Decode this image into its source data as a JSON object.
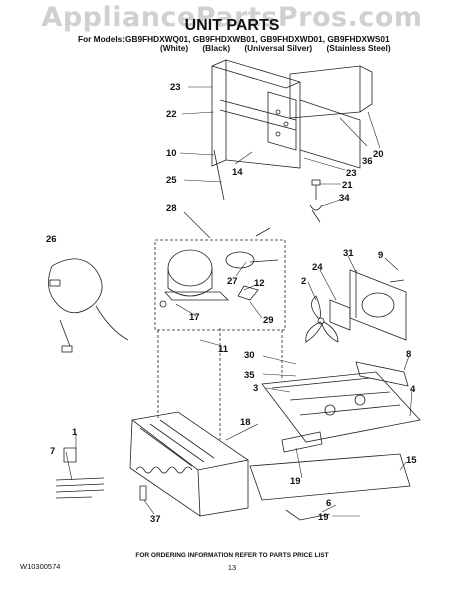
{
  "watermark": "AppliancePartsPros.com",
  "title": "UNIT PARTS",
  "models_line": "For Models:GB9FHDXWQ01, GB9FHDXWB01, GB9FHDXWD01, GB9FHDXWS01",
  "variants": [
    "(White)",
    "(Black)",
    "(Universal Silver)",
    "(Stainless Steel)"
  ],
  "callouts": [
    "23",
    "22",
    "10",
    "25",
    "28",
    "26",
    "14",
    "36",
    "20",
    "23",
    "21",
    "34",
    "31",
    "9",
    "24",
    "27",
    "12",
    "2",
    "17",
    "29",
    "11",
    "30",
    "35",
    "8",
    "3",
    "4",
    "18",
    "1",
    "7",
    "19",
    "15",
    "6",
    "19",
    "37"
  ],
  "footer": {
    "code": "W10300574",
    "info": "FOR ORDERING INFORMATION REFER TO PARTS PRICE LIST",
    "page": "13"
  }
}
